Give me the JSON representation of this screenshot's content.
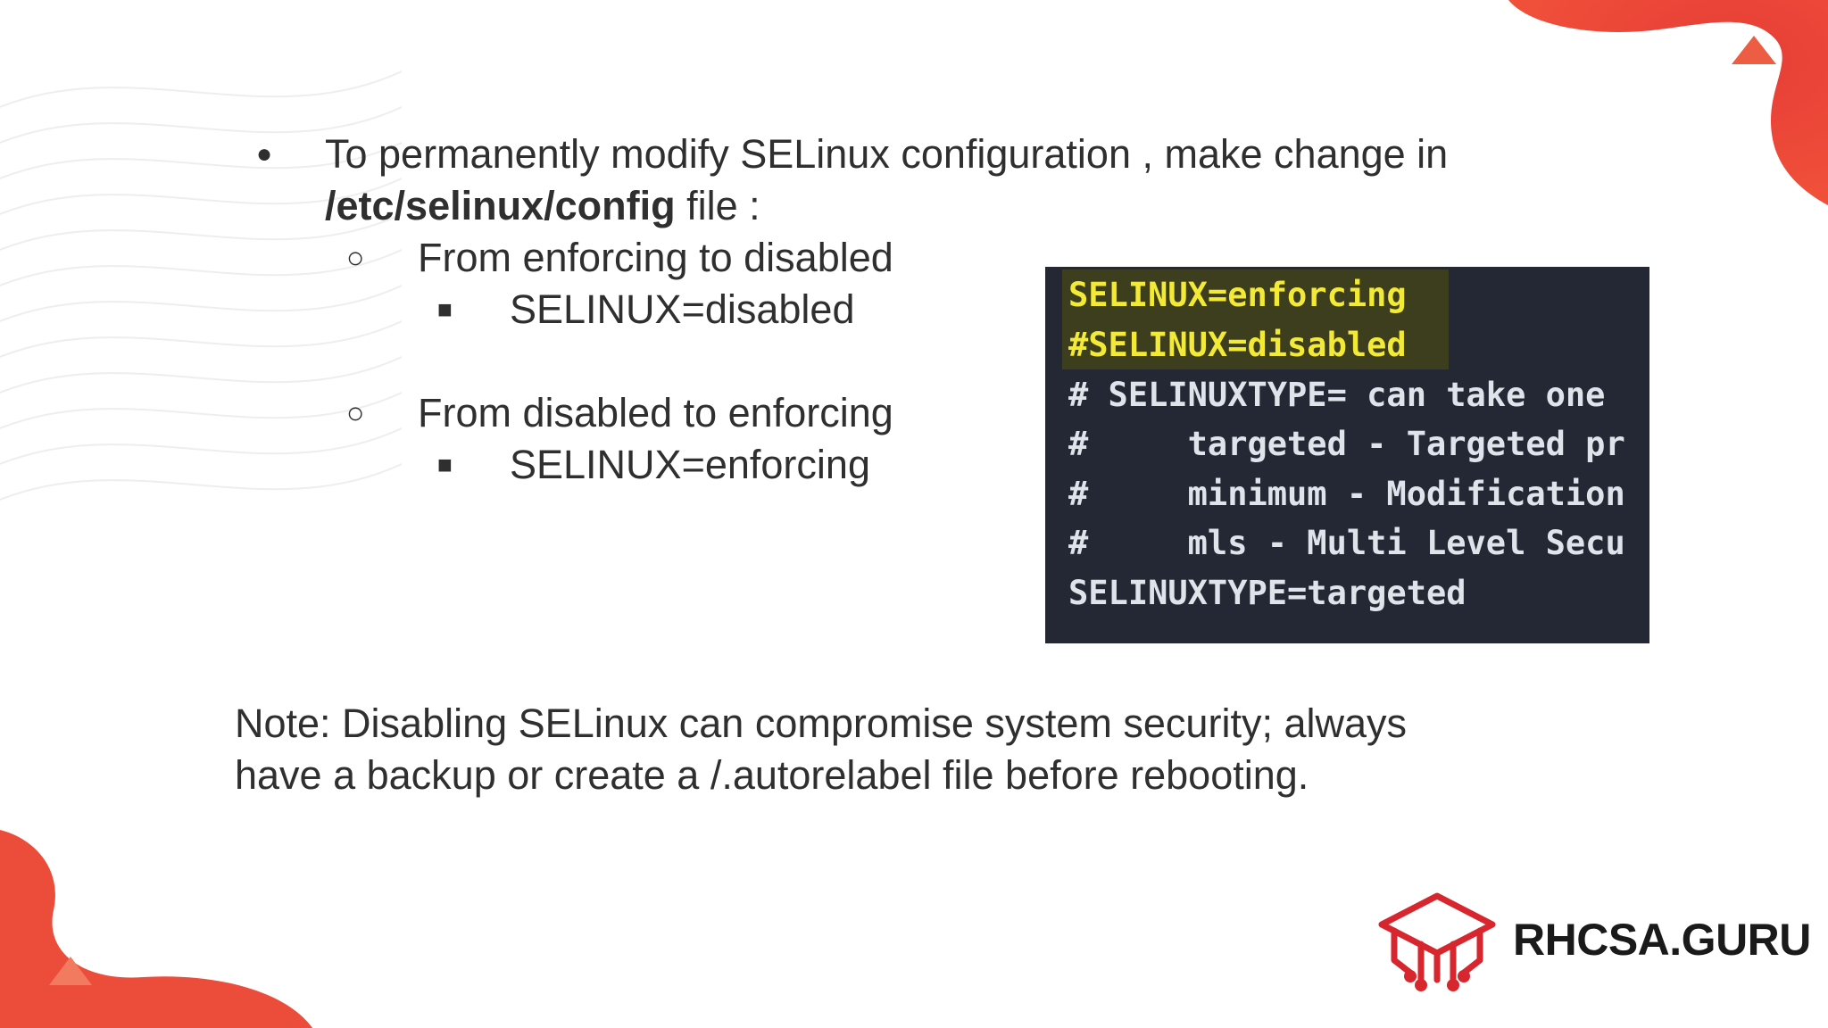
{
  "slide": {
    "bullet_main": {
      "marker": "●",
      "line1": "To permanently modify SELinux configuration , make change in",
      "path": "/etc/selinux/config",
      "line2_rest": "  file :"
    },
    "subitems": [
      {
        "marker": "○",
        "label": "From enforcing to disabled",
        "child_marker": "■",
        "child": "SELINUX=disabled"
      },
      {
        "marker": "○",
        "label": "From disabled to enforcing",
        "child_marker": "■",
        "child": "SELINUX=enforcing"
      }
    ],
    "code_lines": [
      "SELINUX=enforcing",
      "#SELINUX=disabled",
      "# SELINUXTYPE= can take one",
      "#     targeted - Targeted pr",
      "#     minimum - Modification",
      "#     mls - Multi Level Secu",
      "SELINUXTYPE=targeted"
    ],
    "note_line1": "Note: Disabling SELinux can compromise system security; always",
    "note_line2": "have a backup or create a /.autorelabel file before rebooting.",
    "brand": "RHCSA.GURU"
  },
  "colors": {
    "accent_red": "#e8413a",
    "accent_orange": "#f26a3d",
    "code_bg": "#232834",
    "code_highlight": "#f2ea36"
  }
}
